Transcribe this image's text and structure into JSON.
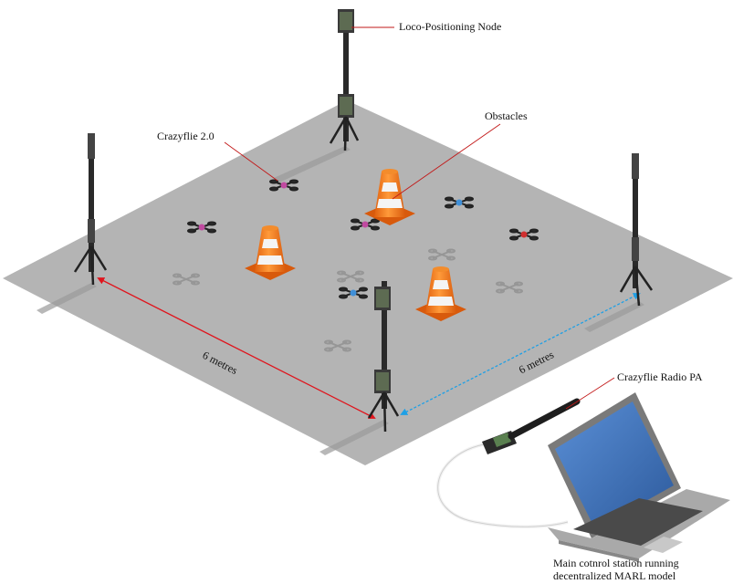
{
  "labels": {
    "loco_node": "Loco-Positioning Node",
    "obstacles": "Obstacles",
    "crazyflie": "Crazyflie 2.0",
    "radio_pa": "Crazyflie Radio PA",
    "width_left": "6 metres",
    "width_right": "6 metres",
    "station_line1": "Main cotnrol station running",
    "station_line2": "decentralized  MARL model"
  },
  "colors": {
    "floor": "#b4b4b4",
    "cone": "#f07a1a",
    "cone_stripe": "#f4f4f4",
    "red_arrow": "#e0141c",
    "blue_arrow": "#1ea0e6",
    "screen": "#3d6fb5",
    "laptop": "#8e8e8e"
  }
}
